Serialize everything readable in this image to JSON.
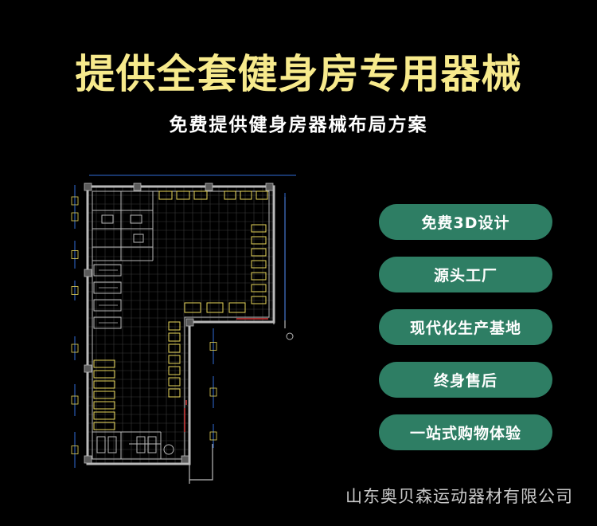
{
  "headline": "提供全套健身房专用器械",
  "subline": "免费提供健身房器械布局方案",
  "features": [
    "免费3D设计",
    "源头工厂",
    "现代化生产基地",
    "终身售后",
    "一站式购物体验"
  ],
  "company": "山东奥贝森运动器材有限公司",
  "colors": {
    "background": "#000000",
    "headline": "#f7ea8c",
    "subline": "#ffffff",
    "pill": "#2e7e64",
    "pill_text": "#ffffff",
    "company": "#c9c9c9",
    "cad_wall": "#b9b9b9",
    "cad_grid": "#3a3a3a",
    "cad_equipment": "#e8d65a",
    "cad_dimension": "#2f6bd6",
    "cad_accent": "#d43a3a"
  },
  "floor_plan": {
    "icon": "gym-cad-floor-plan"
  }
}
